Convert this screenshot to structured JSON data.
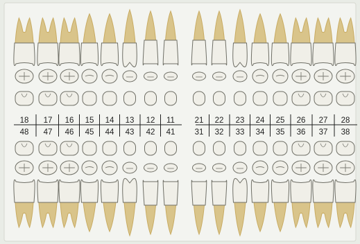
{
  "colors": {
    "background": "#e9ece6",
    "panel": "#f3f4f0",
    "crown": "#f0efe8",
    "crown_outline": "#6f6f66",
    "root": "#d9c48a",
    "root_dark": "#c8ab62",
    "occlusal_line": "#7a7a72",
    "text": "#1e1e1e"
  },
  "upper_numbers": [
    "18",
    "17",
    "16",
    "15",
    "14",
    "13",
    "12",
    "11",
    "21",
    "22",
    "23",
    "24",
    "25",
    "26",
    "27",
    "28"
  ],
  "lower_numbers": [
    "48",
    "47",
    "46",
    "45",
    "44",
    "43",
    "42",
    "41",
    "31",
    "32",
    "33",
    "34",
    "35",
    "36",
    "37",
    "38"
  ],
  "upper_types": [
    "molar",
    "molar",
    "molar",
    "premolar",
    "premolar",
    "canine",
    "incisor",
    "incisor",
    "incisor",
    "incisor",
    "canine",
    "premolar",
    "premolar",
    "molar",
    "molar",
    "molar"
  ],
  "lower_types": [
    "molar",
    "molar",
    "molar",
    "premolar",
    "premolar",
    "canine",
    "incisor",
    "incisor",
    "incisor",
    "incisor",
    "canine",
    "premolar",
    "premolar",
    "molar",
    "molar",
    "molar"
  ]
}
